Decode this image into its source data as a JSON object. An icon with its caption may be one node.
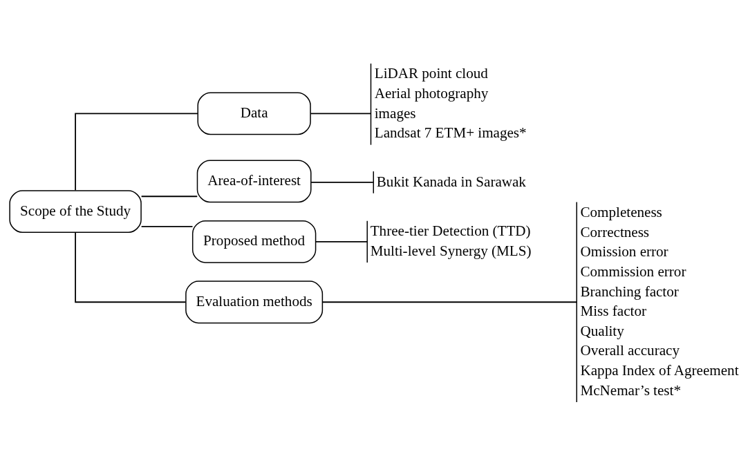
{
  "diagram": {
    "nodes": [
      {
        "text": [
          "Scope of the Study"
        ]
      },
      {
        "text": [
          "Data"
        ]
      },
      {
        "text": [
          "Area-of-interest"
        ]
      },
      {
        "text": [
          "Proposed method"
        ]
      },
      {
        "text": [
          "Evaluation methods"
        ]
      },
      {
        "text": [
          "LiDAR point cloud",
          "Aerial photography",
          "images",
          "Landsat 7 ETM+ images*"
        ]
      },
      {
        "text": [
          "Bukit Kanada in Sarawak"
        ]
      },
      {
        "text": [
          "Three-tier Detection (TTD)",
          "Multi-level Synergy (MLS)"
        ]
      },
      {
        "text": [
          "Completeness",
          "Correctness",
          "Omission error",
          "Commission error",
          "Branching factor",
          "Miss factor",
          "Quality",
          "Overall accuracy",
          "Kappa Index of Agreement",
          "McNemar’s test*"
        ]
      }
    ],
    "edges": [
      {
        "from": 0,
        "to": 1,
        "arrow": "none"
      },
      {
        "from": 0,
        "to": 2,
        "arrow": "none"
      },
      {
        "from": 0,
        "to": 3,
        "arrow": "none"
      },
      {
        "from": 0,
        "to": 4,
        "arrow": "none"
      },
      {
        "from": 1,
        "to": 5,
        "arrow": "none"
      },
      {
        "from": 2,
        "to": 6,
        "arrow": "none"
      },
      {
        "from": 3,
        "to": 7,
        "arrow": "none"
      },
      {
        "from": 4,
        "to": 8,
        "arrow": "none"
      }
    ]
  }
}
